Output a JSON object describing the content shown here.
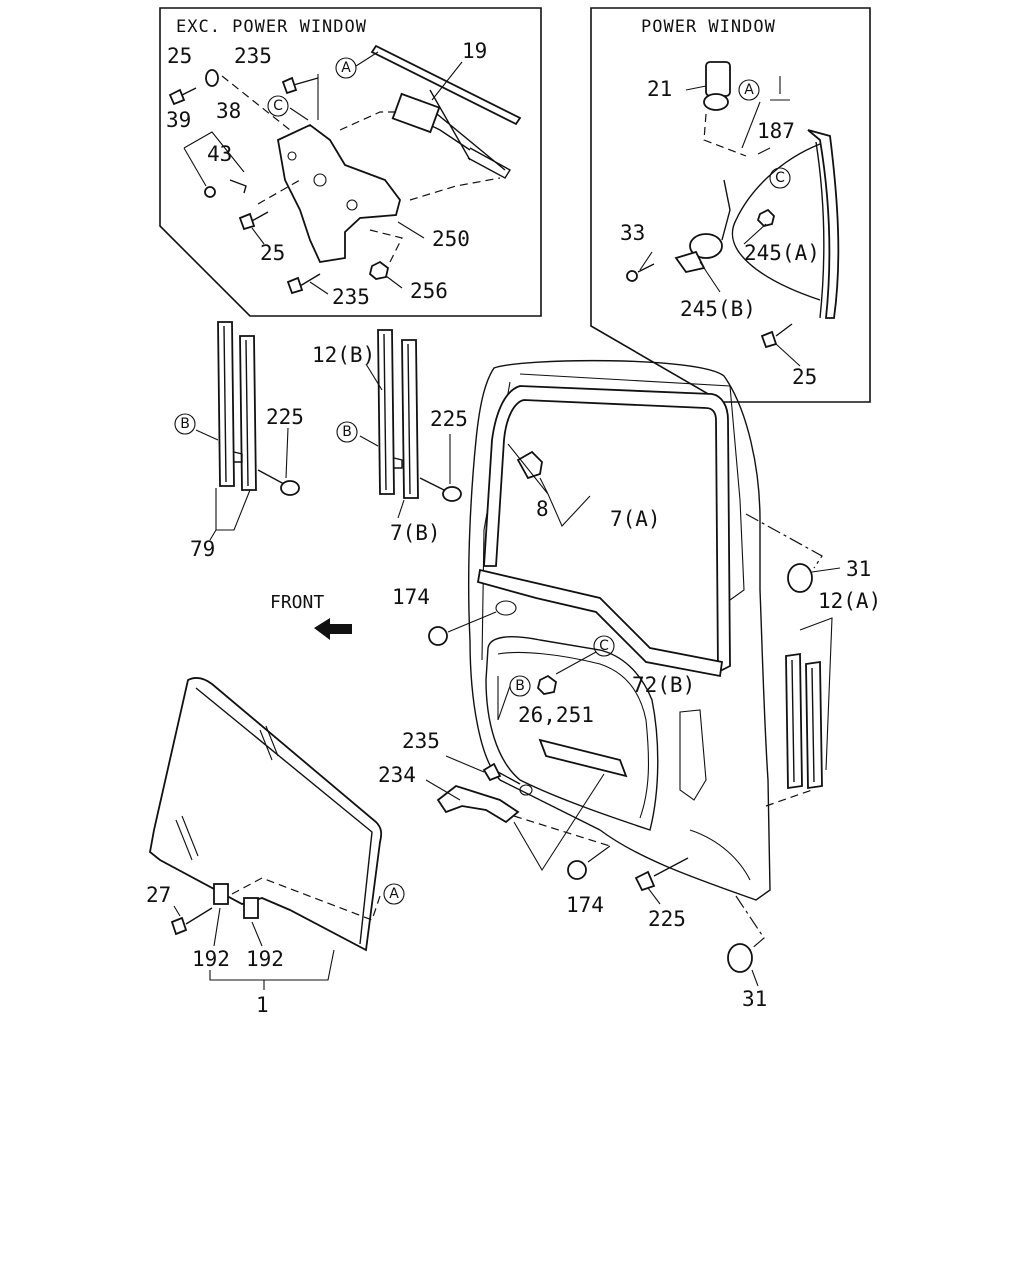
{
  "insets": {
    "manual": {
      "title": "EXC. POWER WINDOW"
    },
    "power": {
      "title": "POWER WINDOW"
    }
  },
  "direction": {
    "label": "FRONT"
  },
  "callouts": {
    "a": "A",
    "b": "B",
    "c": "C"
  },
  "parts": {
    "p25_a": "25",
    "p235_a": "235",
    "p19": "19",
    "p38": "38",
    "p39": "39",
    "p43": "43",
    "p25_b": "25",
    "p250": "250",
    "p235_b": "235",
    "p256": "256",
    "p21": "21",
    "p187": "187",
    "p33": "33",
    "p245a": "245(A)",
    "p245b": "245(B)",
    "p25_c": "25",
    "p12b": "12(B)",
    "p225_a": "225",
    "p225_b": "225",
    "p79": "79",
    "p7b": "7(B)",
    "p8": "8",
    "p7a": "7(A)",
    "p31_a": "31",
    "p12a": "12(A)",
    "p174_a": "174",
    "p72b": "72(B)",
    "p26_251": "26,251",
    "p235_c": "235",
    "p234": "234",
    "p174_b": "174",
    "p225_c": "225",
    "p27": "27",
    "p192_a": "192",
    "p192_b": "192",
    "p1": "1",
    "p31_b": "31"
  }
}
